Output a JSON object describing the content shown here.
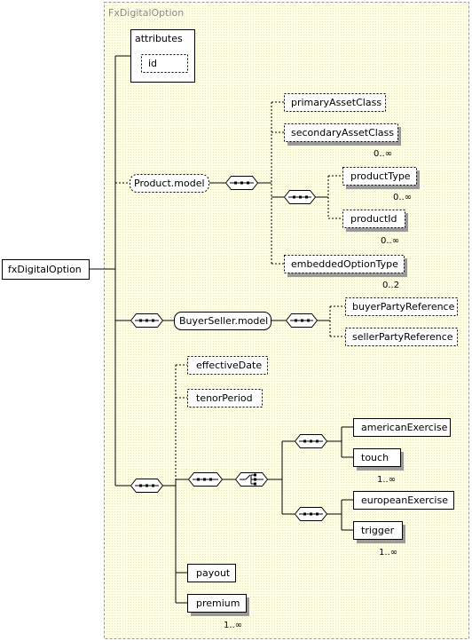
{
  "container": {
    "title": "FxDigitalOption"
  },
  "root": {
    "label": "fxDigitalOption"
  },
  "attributes": {
    "label": "attributes",
    "id_label": "id"
  },
  "product_model": {
    "label": "Product.model",
    "primary_asset_class": "primaryAssetClass",
    "secondary_asset_class": "secondaryAssetClass",
    "secondary_card": "0..∞",
    "product_type": "productType",
    "product_type_card": "0..∞",
    "product_id": "productId",
    "product_id_card": "0..∞",
    "embedded_option_type": "embeddedOptionType",
    "embedded_card": "0..2"
  },
  "buyer_seller": {
    "label": "BuyerSeller.model",
    "buyer": "buyerPartyReference",
    "seller": "sellerPartyReference"
  },
  "main_seq": {
    "effective_date": "effectiveDate",
    "tenor_period": "tenorPeriod",
    "american_exercise": "americanExercise",
    "touch": "touch",
    "touch_card": "1..∞",
    "european_exercise": "europeanExercise",
    "trigger": "trigger",
    "trigger_card": "1..∞",
    "payout": "payout",
    "premium": "premium",
    "premium_card": "1..∞"
  }
}
